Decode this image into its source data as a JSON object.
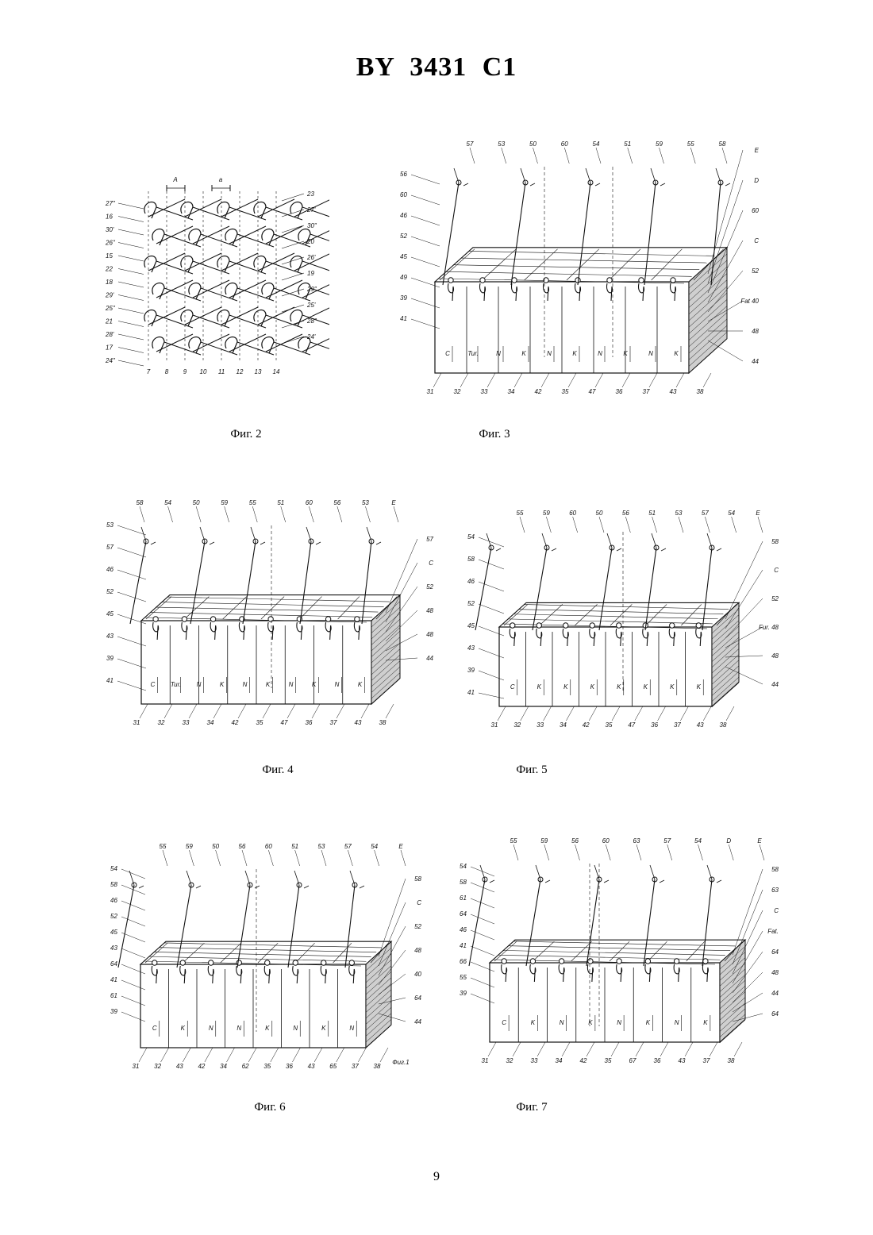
{
  "header": {
    "patent_id": "BY 3431 C1"
  },
  "figures": [
    {
      "id": "fig2",
      "caption": "Фиг. 2",
      "top_labels": [
        "A",
        "a"
      ],
      "left_labels": [
        "27''",
        "16",
        "30'",
        "26''",
        "15",
        "22",
        "18",
        "29'",
        "25''",
        "21",
        "28'",
        "17",
        "24''"
      ],
      "right_labels": [
        "23",
        "27'",
        "30''",
        "20",
        "26'",
        "19",
        "29''",
        "25'",
        "28''",
        "24'"
      ],
      "bottom_labels": [
        "7",
        "8",
        "9",
        "10",
        "11",
        "12",
        "13",
        "14"
      ]
    },
    {
      "id": "fig3",
      "caption": "Фиг. 3",
      "top_labels": [
        "57",
        "53",
        "50",
        "60",
        "54",
        "51",
        "59",
        "55",
        "58"
      ],
      "left_labels": [
        "56",
        "60",
        "46",
        "52",
        "45",
        "49",
        "39",
        "41"
      ],
      "right_labels": [
        "E",
        "D",
        "60",
        "C",
        "52",
        "Fat 40",
        "48",
        "44"
      ],
      "bottom_labels": [
        "31",
        "32",
        "33",
        "34",
        "42",
        "35",
        "47",
        "36",
        "37",
        "43",
        "38"
      ],
      "inner_labels": [
        "C",
        "Tur.",
        "N",
        "K",
        "N",
        "K",
        "N",
        "K",
        "N",
        "K"
      ]
    },
    {
      "id": "fig4",
      "caption": "Фиг. 4",
      "top_labels": [
        "58",
        "54",
        "50",
        "59",
        "55",
        "51",
        "60",
        "56",
        "53",
        "E"
      ],
      "left_labels": [
        "53",
        "57",
        "46",
        "52",
        "45",
        "43",
        "39",
        "41"
      ],
      "right_labels": [
        "57",
        "C",
        "52",
        "48",
        "48",
        "44"
      ],
      "bottom_labels": [
        "31",
        "32",
        "33",
        "34",
        "42",
        "35",
        "47",
        "36",
        "37",
        "43",
        "38"
      ],
      "inner_labels": [
        "C",
        "Tur.",
        "N",
        "K",
        "N",
        "K",
        "N",
        "K",
        "N",
        "K"
      ]
    },
    {
      "id": "fig5",
      "caption": "Фиг. 5",
      "top_labels": [
        "55",
        "59",
        "60",
        "50",
        "56",
        "51",
        "53",
        "57",
        "54",
        "E"
      ],
      "left_labels": [
        "54",
        "58",
        "46",
        "52",
        "45",
        "43",
        "39",
        "41"
      ],
      "right_labels": [
        "58",
        "C",
        "52",
        "Fur. 48",
        "48",
        "44"
      ],
      "bottom_labels": [
        "31",
        "32",
        "33",
        "34",
        "42",
        "35",
        "47",
        "36",
        "37",
        "43",
        "38"
      ],
      "inner_labels": [
        "C",
        "K",
        "K",
        "K",
        "K",
        "K",
        "K",
        "K"
      ]
    },
    {
      "id": "fig6",
      "caption": "Фиг. 6",
      "top_labels": [
        "55",
        "59",
        "50",
        "56",
        "60",
        "51",
        "53",
        "57",
        "54",
        "E"
      ],
      "left_labels": [
        "54",
        "58",
        "46",
        "52",
        "45",
        "43",
        "64",
        "41",
        "61",
        "39"
      ],
      "right_labels": [
        "58",
        "C",
        "52",
        "48",
        "40",
        "64",
        "44"
      ],
      "bottom_labels": [
        "31",
        "32",
        "43",
        "42",
        "34",
        "62",
        "35",
        "36",
        "43",
        "65",
        "37",
        "38"
      ],
      "inner_labels": [
        "C",
        "K",
        "N",
        "N",
        "K",
        "N",
        "K",
        "N"
      ],
      "note": "Фиг.1"
    },
    {
      "id": "fig7",
      "caption": "Фиг. 7",
      "top_labels": [
        "55",
        "59",
        "56",
        "60",
        "63",
        "57",
        "54",
        "D",
        "E"
      ],
      "left_labels": [
        "54",
        "58",
        "61",
        "64",
        "46",
        "41",
        "66",
        "55",
        "39"
      ],
      "right_labels": [
        "58",
        "63",
        "C",
        "Fat.",
        "64",
        "48",
        "44",
        "64"
      ],
      "bottom_labels": [
        "31",
        "32",
        "33",
        "34",
        "42",
        "35",
        "67",
        "36",
        "43",
        "37",
        "38"
      ],
      "inner_labels": [
        "C",
        "K",
        "N",
        "K",
        "N",
        "K",
        "N",
        "K"
      ]
    }
  ],
  "page_number": "9"
}
